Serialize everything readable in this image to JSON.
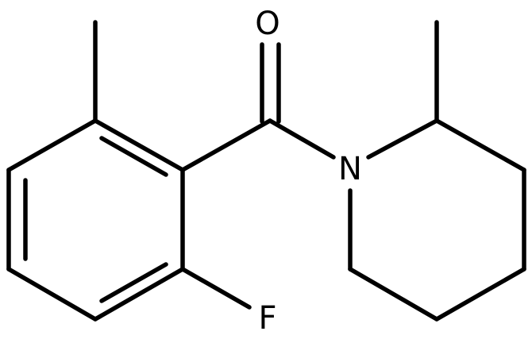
{
  "molecule": {
    "atoms": {
      "oxygen": "O",
      "nitrogen": "N",
      "fluorine": "F"
    },
    "bond_color": "#000000",
    "background_color": "#ffffff"
  }
}
